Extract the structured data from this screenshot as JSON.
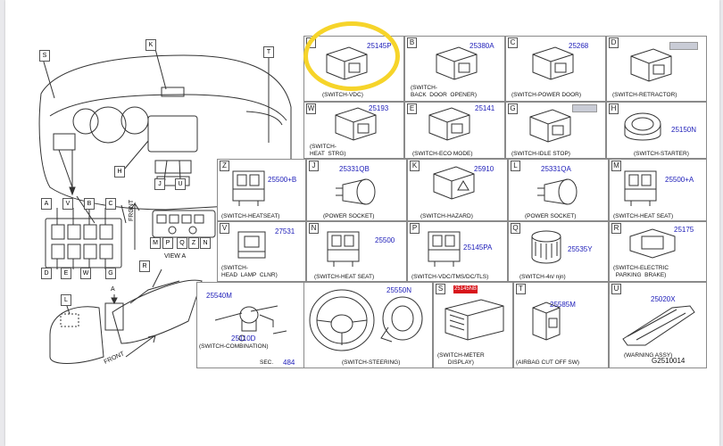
{
  "figure_id": "G2510014",
  "overview": {
    "top_callouts": [
      "S",
      "K",
      "T"
    ],
    "mid_callouts": [
      "H",
      "J",
      "U"
    ],
    "panel_switches_top": [
      "A",
      "V",
      "B",
      "C"
    ],
    "panel_switches_bottom": [
      "D",
      "E",
      "W",
      "G"
    ],
    "console_callouts": [
      "M",
      "P",
      "Q",
      "Z",
      "N"
    ],
    "view_label": "VIEW   A",
    "front_label": "FRONT",
    "front_label_bottom": "FRONT",
    "arrow_label": "A",
    "r_callout": "R",
    "l_callout": "L"
  },
  "cells": [
    {
      "letter": "",
      "pn": "25145P",
      "cap": "(SWITCH-VDC)"
    },
    {
      "letter": "B",
      "pn": "25380A",
      "cap": "(SWITCH-\nBACK  DOOR  OPENER)"
    },
    {
      "letter": "C",
      "pn": "25268",
      "cap": "(SWITCH-POWER  DOOR)"
    },
    {
      "letter": "D",
      "pn": "",
      "cap": "(SWITCH-RETRACTOR)"
    },
    {
      "letter": "W",
      "pn": "25193",
      "cap": "(SWITCH-\nHEAT  STRG)"
    },
    {
      "letter": "E",
      "pn": "25141",
      "cap": "(SWITCH-ECO  MODE)"
    },
    {
      "letter": "G",
      "pn": "",
      "cap": "(SWITCH-IDLE  STOP)"
    },
    {
      "letter": "H",
      "pn": "25150N",
      "cap": "(SWITCH-STARTER)"
    },
    {
      "letter": "Z",
      "pn": "25500+B",
      "cap": "(SWITCH-HEATSEAT)"
    },
    {
      "letter": "J",
      "pn": "25331QB",
      "cap": "(POWER  SOCKET)"
    },
    {
      "letter": "K",
      "pn": "25910",
      "cap": "(SWITCH-HAZARD)"
    },
    {
      "letter": "L",
      "pn": "25331QA",
      "cap": "(POWER  SOCKET)"
    },
    {
      "letter": "M",
      "pn": "25500+A",
      "cap": "(SWITCH-HEAT  SEAT)"
    },
    {
      "letter": "V",
      "pn": "27531",
      "cap": "(SWITCH-\nHEAD  LAMP  CLNR)"
    },
    {
      "letter": "N",
      "pn": "25500",
      "cap": "(SWITCH-HEAT  SEAT)"
    },
    {
      "letter": "P",
      "pn": "25145PA",
      "cap": "(SWITCH-VDC/TMS/DC/TLS)"
    },
    {
      "letter": "Q",
      "pn": "25535Y",
      "cap": "(SWITCH-4n/ njn)"
    },
    {
      "letter": "R",
      "pn": "25175",
      "cap": "(SWITCH-ELECTRIC\nPARKING  BRAKE)"
    },
    {
      "letter": "S",
      "pn": "",
      "cap": "(SWITCH-METER\nDISPLAY)"
    },
    {
      "letter": "T",
      "pn": "25585M",
      "cap": "(AIRBAG  CUT  OFF  SW)"
    },
    {
      "letter": "U",
      "pn": "25020X",
      "cap": "(WARNING  ASSY)"
    }
  ],
  "combination": {
    "pn1": "25540M",
    "pn2": "25110D",
    "cap": "(SWITCH-COMBINATION)",
    "sec": "SEC.",
    "sec_num": "484"
  },
  "steering": {
    "cap": "(SWITCH-STEERING)"
  },
  "steering_pad": {
    "pn": "25550N"
  },
  "redbox_text": "25145NB",
  "colors": {
    "highlight": "#f6d42a",
    "part_number": "#1b1bb8",
    "red_label": "#d8141a"
  }
}
